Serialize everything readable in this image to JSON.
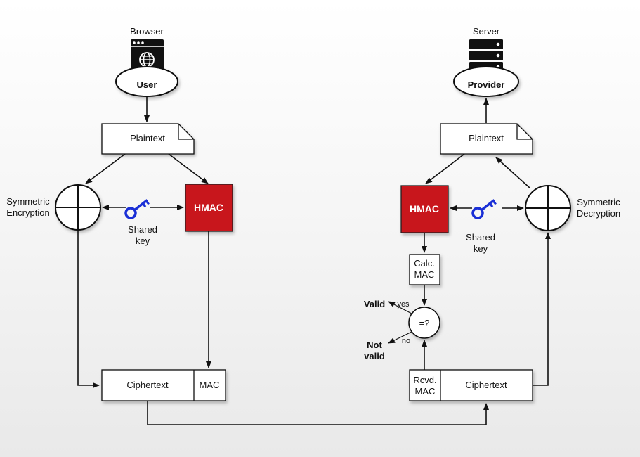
{
  "left": {
    "device_caption": "Browser",
    "actor": "User",
    "plaintext": "Plaintext",
    "encryption_line1": "Symmetric",
    "encryption_line2": "Encryption",
    "hmac": "HMAC",
    "shared_key_line1": "Shared",
    "shared_key_line2": "key",
    "ciphertext": "Ciphertext",
    "mac": "MAC"
  },
  "right": {
    "device_caption": "Server",
    "actor": "Provider",
    "plaintext": "Plaintext",
    "decryption_line1": "Symmetric",
    "decryption_line2": "Decryption",
    "hmac": "HMAC",
    "shared_key_line1": "Shared",
    "shared_key_line2": "key",
    "calc_mac_line1": "Calc.",
    "calc_mac_line2": "MAC",
    "compare": "=?",
    "valid": "Valid",
    "yes": "yes",
    "not_valid_line1": "Not",
    "not_valid_line2": "valid",
    "no": "no",
    "rcvd_mac_line1": "Rcvd.",
    "rcvd_mac_line2": "MAC",
    "ciphertext": "Ciphertext"
  },
  "colors": {
    "hmac_fill": "#c8161e",
    "key_color": "#1a2fd6",
    "line": "#111111"
  }
}
